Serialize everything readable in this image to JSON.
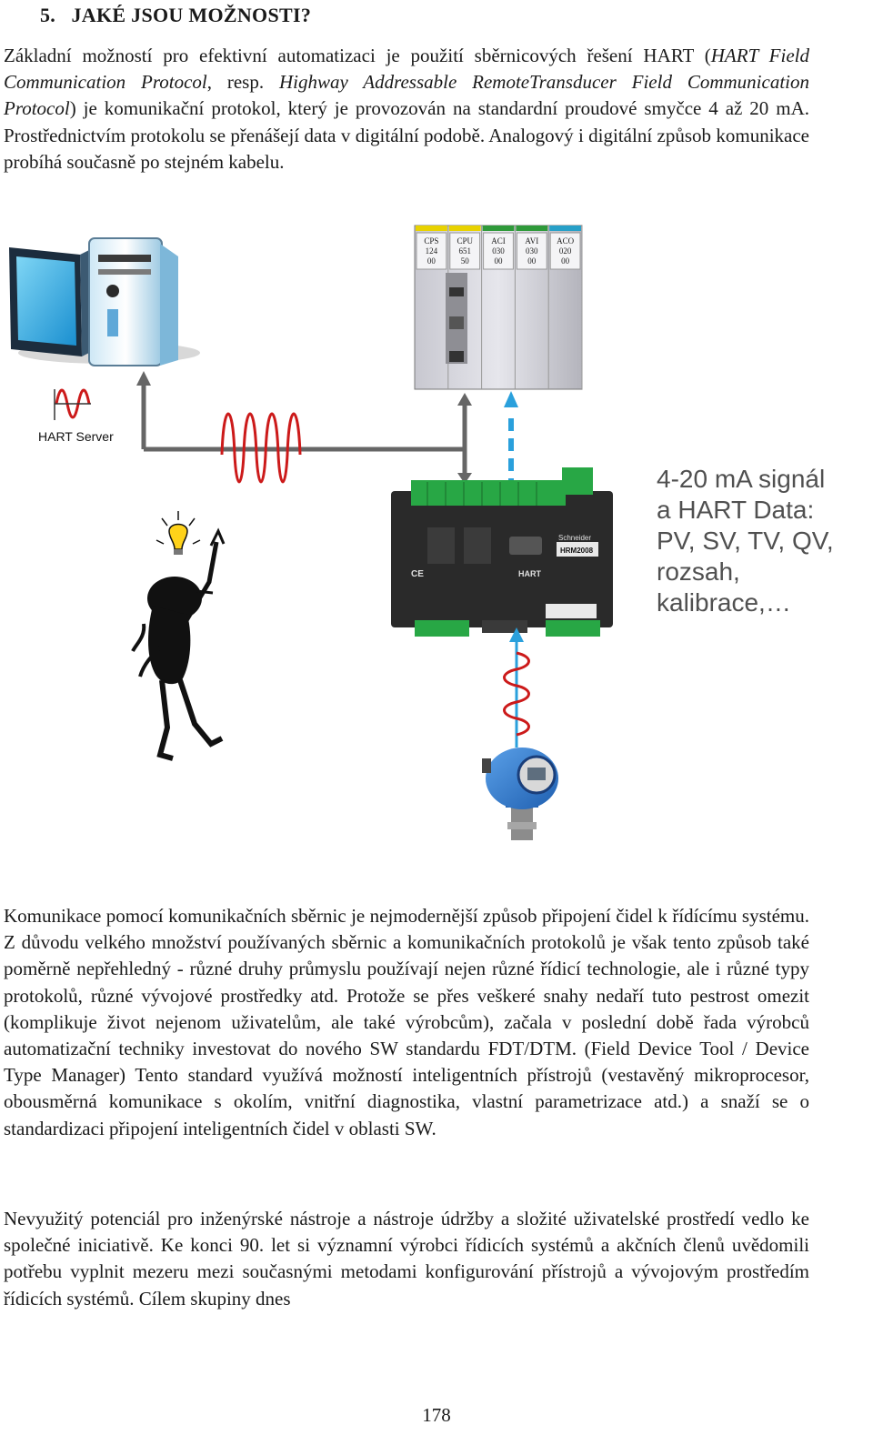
{
  "heading": "5.   JAKÉ JSOU MOŽNOSTI?",
  "paragraph1": {
    "r1": "Základní možností pro efektivní automatizaci je použití sběrnicových řešení HART",
    "r2a": "(",
    "r2b": "HART Field Communication Protocol",
    "r2c": ", resp. ",
    "r2d": "Highway Addressable RemoteTransducer Field Communication Protocol",
    "r2e": ") je komunikační protokol, který je provozován na standardní proudové smyčce 4 až 20 mA. Prostřednictvím protokolu se přenášejí data v digitální podobě. Analogový i digitální způsob komunikace probíhá současně po stejném kabelu."
  },
  "diagram": {
    "server_label": "HART Server",
    "callout": [
      "4-20 mA signál",
      "a HART Data:",
      "PV, SV, TV, QV,",
      "rozsah,",
      "kalibrace,…"
    ],
    "rack_modules": [
      {
        "name": "CPS",
        "l2": "124",
        "l3": "00",
        "color": "#e8d200"
      },
      {
        "name": "CPU",
        "l2": "651",
        "l3": "50",
        "color": "#e8d200"
      },
      {
        "name": "ACI",
        "l2": "030",
        "l3": "00",
        "color": "#2f9a3a"
      },
      {
        "name": "AVI",
        "l2": "030",
        "l3": "00",
        "color": "#2f9a3a"
      },
      {
        "name": "ACO",
        "l2": "020",
        "l3": "00",
        "color": "#27a0c8"
      }
    ],
    "mux_brand": "Schneider",
    "mux_model": "HRM2008",
    "mux_logo": "HART",
    "mux_ce": "CE"
  },
  "paragraph2": "Komunikace pomocí komunikačních sběrnic je nejmodernější způsob připojení čidel k řídícímu systému. Z důvodu velkého množství používaných sběrnic a komunikačních protokolů je však tento způsob také poměrně nepřehledný - různé druhy průmyslu používají nejen různé řídicí technologie, ale i různé typy protokolů, různé vývojové prostředky atd. Protože se přes veškeré snahy nedaří tuto pestrost omezit (komplikuje život nejenom uživatelům, ale také výrobcům), začala v poslední době řada výrobců automatizační techniky investovat do nového SW standardu FDT/DTM. (Field Device Tool / Device Type Manager) Tento standard využívá možností inteligentních přístrojů (vestavěný mikroprocesor, obousměrná komunikace s okolím, vnitřní diagnostika, vlastní parametrizace atd.) a snaží se o standardizaci připojení inteligentních čidel v oblasti SW.",
  "paragraph3": "Nevyužitý potenciál pro inženýrské nástroje a nástroje údržby a složité uživatelské prostředí vedlo ke společné iniciativě. Ke konci 90. let si významní výrobci řídicích systémů a akčních členů uvědomili potřebu vyplnit mezeru mezi současnými metodami konfigurování přístrojů a vývojovým prostředím řídicích systémů. Cílem skupiny dnes",
  "page_number": "178"
}
